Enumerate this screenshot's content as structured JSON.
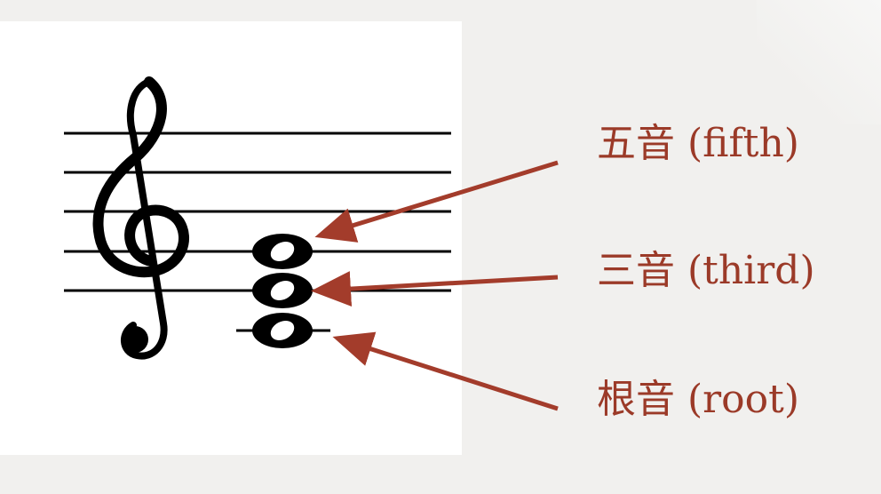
{
  "labels": {
    "fifth": "五音 (fifth)",
    "third": "三音 (third)",
    "root": "根音 (root)"
  },
  "colors": {
    "arrow": "#a33c2b",
    "label": "#9b3a28",
    "ink": "#000000"
  },
  "icons": {
    "clef": "treble-clef-icon"
  }
}
